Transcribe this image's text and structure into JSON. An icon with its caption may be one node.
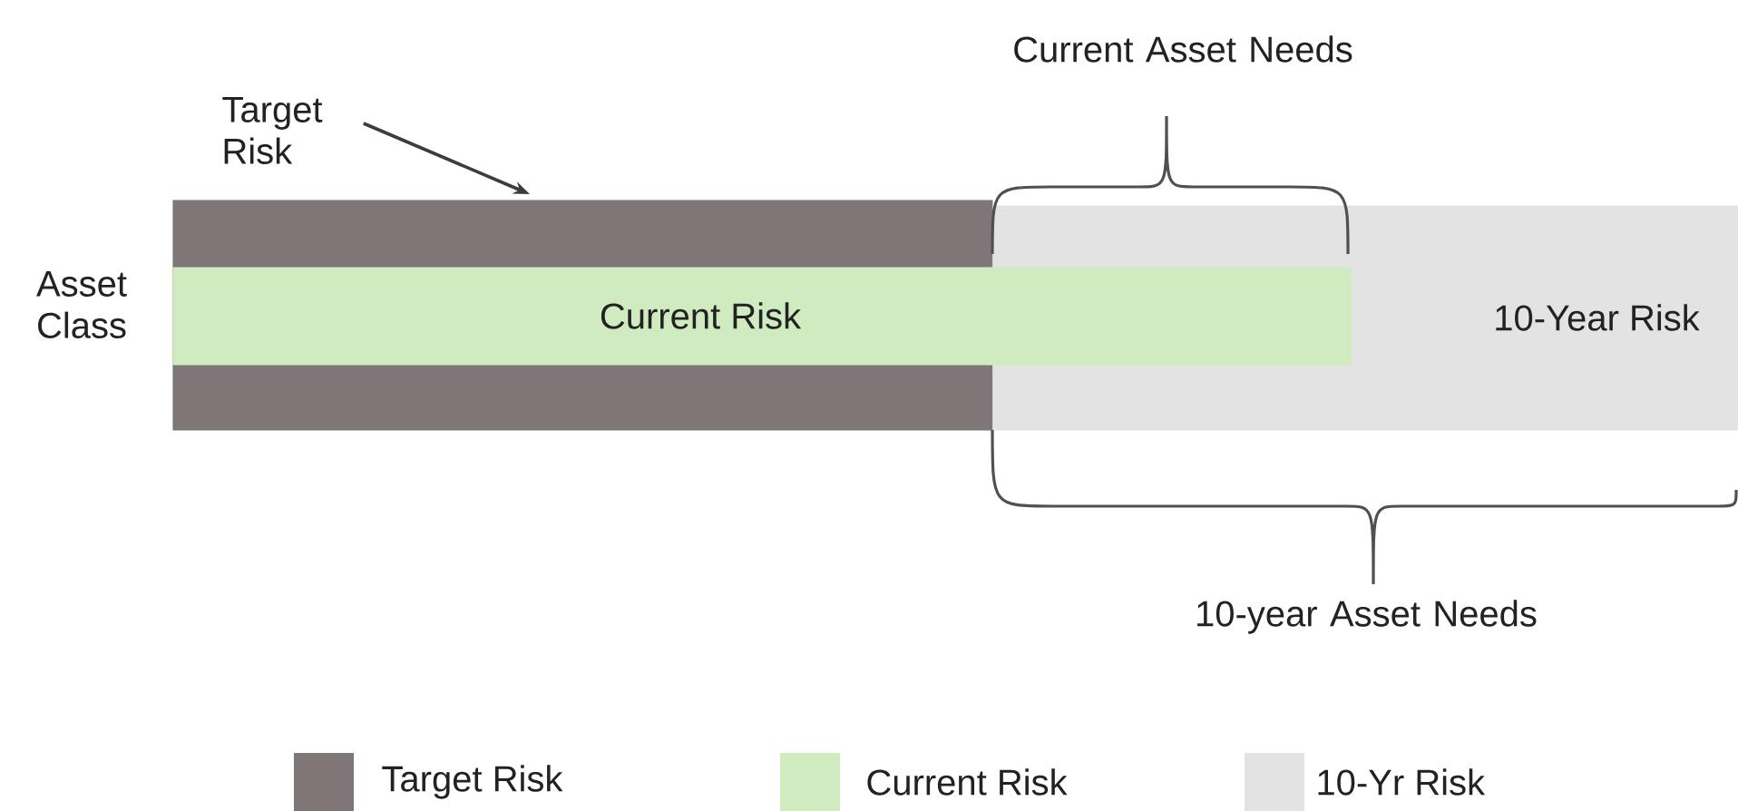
{
  "diagram": {
    "nodes": [
      {
        "text": [
          "Target Risk"
        ]
      },
      {
        "text": [],
        "shape": "bar"
      },
      {
        "text": [
          "Current Risk"
        ]
      },
      {
        "text": [
          "10-Year Risk"
        ]
      }
    ],
    "edges": [
      {
        "from": 0,
        "to": 1,
        "arrow": "to"
      }
    ],
    "labels": [
      "Current Asset Needs",
      "Asset Class",
      "10-year Asset Needs"
    ],
    "legend": [
      {
        "text": "Target Risk",
        "color": "#7f7777"
      },
      {
        "text": "Current Risk",
        "color": "#d0ebc0"
      },
      {
        "text": "10-Yr Risk",
        "color": "#e3e3e3"
      }
    ]
  }
}
